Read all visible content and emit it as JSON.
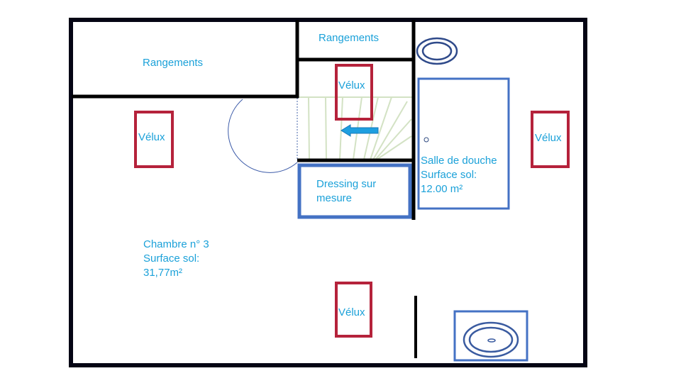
{
  "rooms": {
    "storage_left": "Rangements",
    "storage_top": "Rangements",
    "dressing_line1": "Dressing sur",
    "dressing_line2": "mesure",
    "shower_line1": "Salle de douche",
    "shower_line2": "Surface sol:",
    "shower_line3": "12.00 m²",
    "bedroom_line1": "Chambre n° 3",
    "bedroom_line2": "Surface sol:",
    "bedroom_line3": "31,77m²"
  },
  "skylights": [
    "Vélux",
    "Vélux",
    "Vélux",
    "Vélux"
  ],
  "colors": {
    "wall": "#000000",
    "fixture": "#4472c4",
    "skylight": "#b5223b",
    "text": "#1ba1d9",
    "stairs": "#d3e2c4",
    "arrow": "#1e9fe0"
  }
}
